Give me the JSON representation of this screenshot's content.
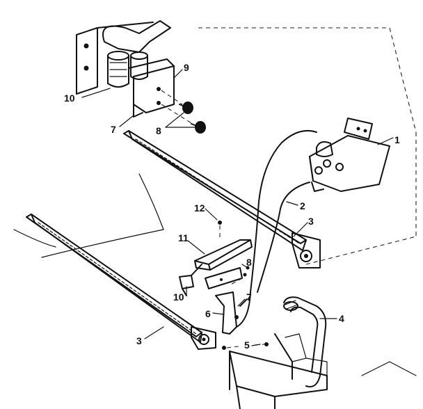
{
  "callouts": {
    "c1": "1",
    "c2": "2",
    "c3a": "3",
    "c3b": "3",
    "c4": "4",
    "c5": "5",
    "c6": "6",
    "c7a": "7",
    "c7b": "7",
    "c8a": "8",
    "c8b": "8",
    "c9": "9",
    "c10a": "10",
    "c10b": "10",
    "c11": "11",
    "c12": "12"
  }
}
